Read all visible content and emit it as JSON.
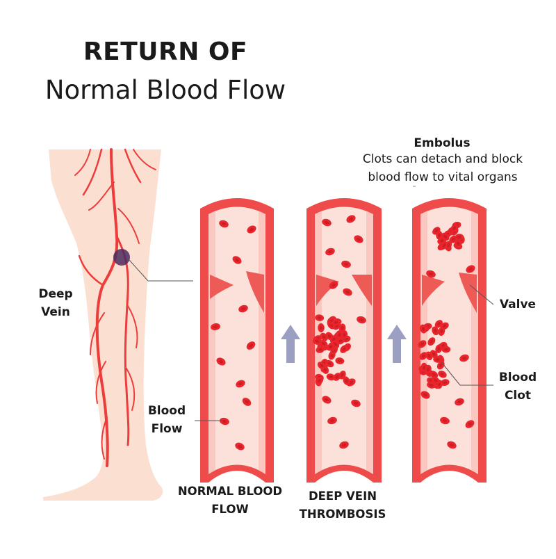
{
  "title": {
    "line1": "RETURN OF",
    "line2": "Normal Blood Flow"
  },
  "labels": {
    "deep_vein": [
      "Deep",
      "Vein"
    ],
    "blood_flow": [
      "Blood",
      "Flow"
    ],
    "embolus_title": "Embolus",
    "embolus_desc": [
      "Clots can detach and block",
      "blood flow to vital organs"
    ],
    "valve": "Valve",
    "blood_clot": [
      "Blood",
      "Clot"
    ]
  },
  "captions": {
    "normal": [
      "NORMAL BLOOD",
      "FLOW"
    ],
    "dvt": [
      "DEEP VEIN",
      "THROMBOSIS"
    ]
  },
  "colors": {
    "vessel_wall": "#ef4b4b",
    "vessel_inner": "#fce0da",
    "blood_cell": "#e8252d",
    "leg_skin": "#fbe0d2",
    "arrow": "#9b9fc2",
    "clot_marker": "#4b2a5e"
  },
  "icons": {
    "flow_arrow": "up-arrow-icon"
  }
}
